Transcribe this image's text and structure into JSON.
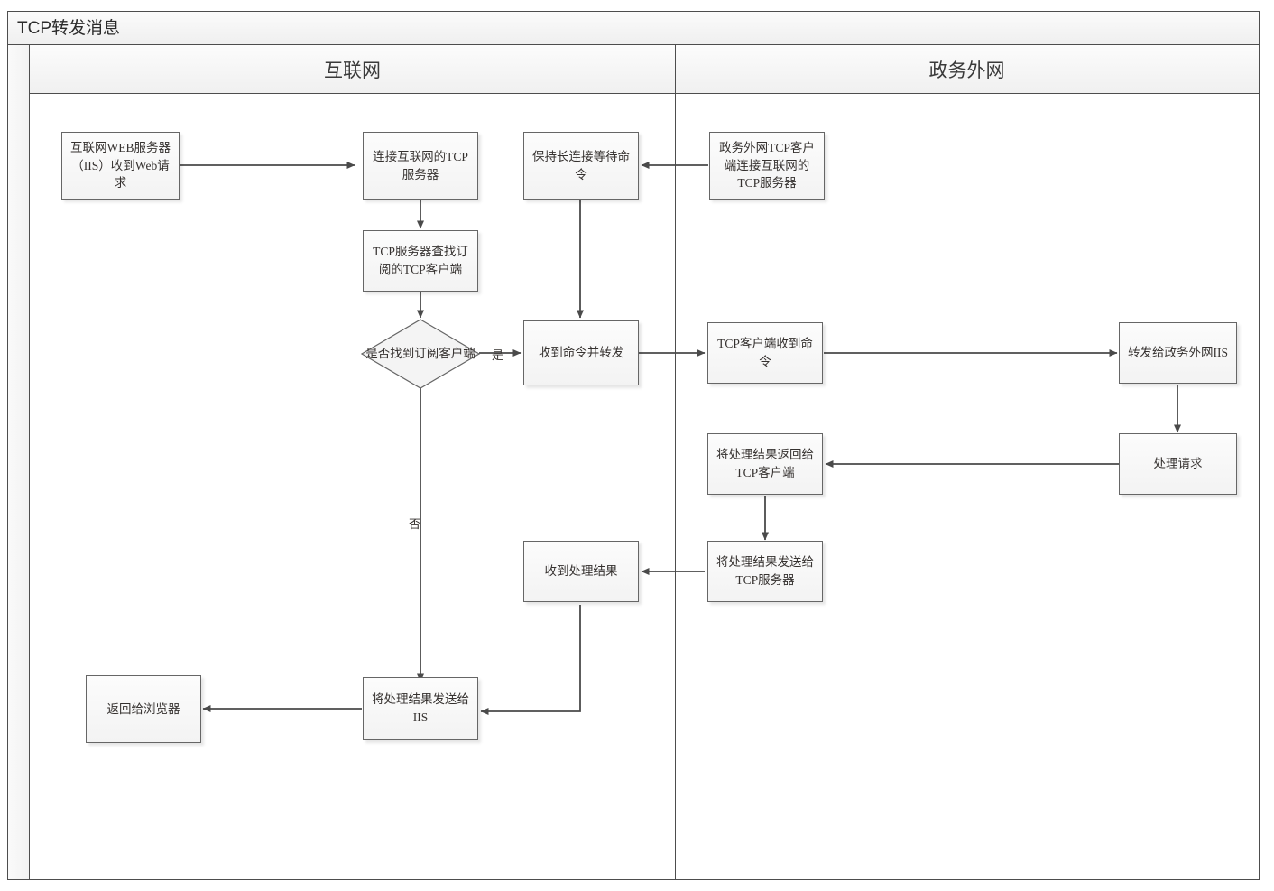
{
  "pool": {
    "title": "TCP转发消息"
  },
  "lanes": [
    {
      "id": "internet",
      "label": "互联网"
    },
    {
      "id": "gov-extranet",
      "label": "政务外网"
    }
  ],
  "nodes": [
    {
      "id": "web-server-request",
      "label": "互联网WEB服务器（IIS）收到Web请求",
      "shape": "box",
      "lane": "internet"
    },
    {
      "id": "connect-internet-tcp-server",
      "label": "连接互联网的TCP服务器",
      "shape": "box",
      "lane": "internet"
    },
    {
      "id": "keep-long-connection",
      "label": "保持长连接等待命令",
      "shape": "box",
      "lane": "internet"
    },
    {
      "id": "gov-tcp-client-connect",
      "label": "政务外网TCP客户端连接互联网的TCP服务器",
      "shape": "box",
      "lane": "gov-extranet"
    },
    {
      "id": "tcp-server-find-client",
      "label": "TCP服务器查找订阅的TCP客户端",
      "shape": "box",
      "lane": "internet"
    },
    {
      "id": "found-subscriber-decision",
      "label": "是否找到订阅客户端",
      "shape": "diamond",
      "lane": "internet"
    },
    {
      "id": "receive-and-forward-command",
      "label": "收到命令并转发",
      "shape": "box",
      "lane": "internet"
    },
    {
      "id": "tcp-client-receive-command",
      "label": "TCP客户端收到命令",
      "shape": "box",
      "lane": "gov-extranet"
    },
    {
      "id": "forward-to-gov-iis",
      "label": "转发给政务外网IIS",
      "shape": "box",
      "lane": "gov-extranet"
    },
    {
      "id": "process-request",
      "label": "处理请求",
      "shape": "box",
      "lane": "gov-extranet"
    },
    {
      "id": "return-result-to-tcp-client",
      "label": "将处理结果返回给TCP客户端",
      "shape": "box",
      "lane": "gov-extranet"
    },
    {
      "id": "send-result-to-tcp-server",
      "label": "将处理结果发送给TCP服务器",
      "shape": "box",
      "lane": "gov-extranet"
    },
    {
      "id": "receive-process-result",
      "label": "收到处理结果",
      "shape": "box",
      "lane": "internet"
    },
    {
      "id": "send-result-to-iis",
      "label": "将处理结果发送给IIS",
      "shape": "box",
      "lane": "internet"
    },
    {
      "id": "return-to-browser",
      "label": "返回给浏览器",
      "shape": "box",
      "lane": "internet"
    }
  ],
  "edge_labels": {
    "yes": "是",
    "no": "否"
  },
  "colors": {
    "node_fill": "#f7f7f7",
    "node_border": "#666666",
    "frame_border": "#4d4d4d",
    "connector": "#4a4a4a",
    "text": "#35312f",
    "lane_header_fill": "#f2f2f2"
  }
}
